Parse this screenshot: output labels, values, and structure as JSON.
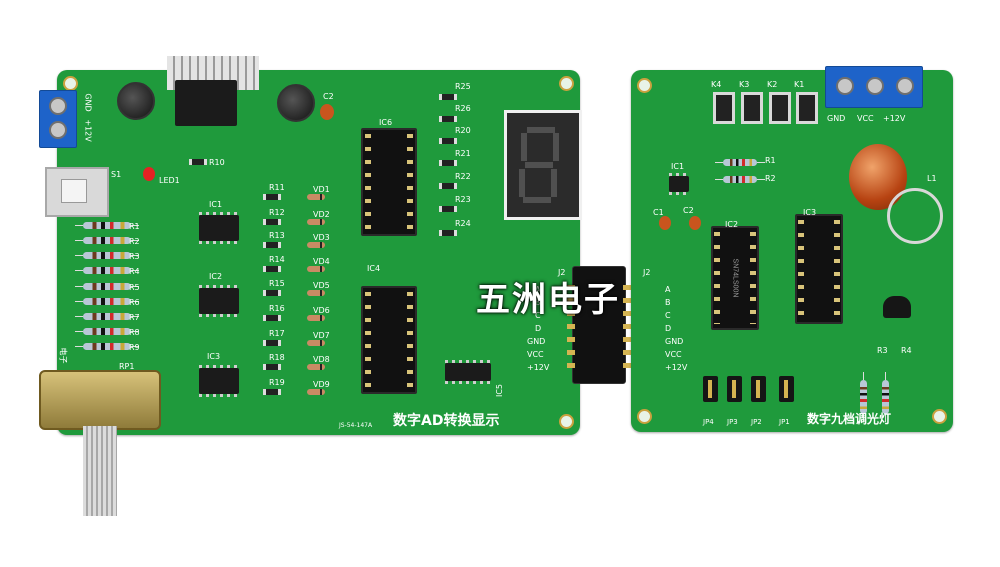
{
  "watermark": "五洲电子",
  "left_board": {
    "title": "数字AD转换显示",
    "model": "JS-54-147A",
    "power_labels": [
      "GND",
      "+12V"
    ],
    "switch_label": "S1",
    "led_label": "LED1",
    "pot_label": "RP1",
    "pot_side_text": "电子",
    "ics": [
      "IC1",
      "IC2",
      "IC3",
      "IC4",
      "IC5",
      "IC6"
    ],
    "resistors_left": [
      "R1",
      "R2",
      "R3",
      "R4",
      "R5",
      "R6",
      "R7",
      "R8",
      "R9"
    ],
    "resistors_mid": [
      "R11",
      "R12",
      "R13",
      "R14",
      "R15",
      "R16",
      "R17",
      "R18",
      "R19"
    ],
    "diodes": [
      "VD1",
      "VD2",
      "VD3",
      "VD4",
      "VD5",
      "VD6",
      "VD7",
      "VD8",
      "VD9"
    ],
    "resistors_display": [
      "R25",
      "R26",
      "R20",
      "R21",
      "R22",
      "R23",
      "R24"
    ],
    "misc": [
      "R10",
      "C2",
      "J2"
    ],
    "connector_pins": [
      "A",
      "B",
      "C",
      "D",
      "GND",
      "VCC",
      "+12V"
    ]
  },
  "right_board": {
    "title": "数字九档调光灯",
    "buttons": [
      "K4",
      "K3",
      "K2",
      "K1"
    ],
    "power_labels": [
      "GND",
      "VCC",
      "+12V"
    ],
    "ics": [
      "IC1",
      "IC2",
      "IC3"
    ],
    "ic_marking": "SN74LS00N",
    "parts": [
      "R1",
      "R2",
      "C1",
      "C2",
      "R3",
      "R4",
      "L1",
      "J2"
    ],
    "jumpers": [
      "JP4",
      "JP3",
      "JP2",
      "JP1"
    ],
    "connector_pins": [
      "A",
      "B",
      "C",
      "D",
      "GND",
      "VCC",
      "+12V"
    ]
  },
  "colors": {
    "pcb": "#1f9a3c",
    "terminal": "#1e63c9",
    "silkscreen": "#ffffff"
  }
}
